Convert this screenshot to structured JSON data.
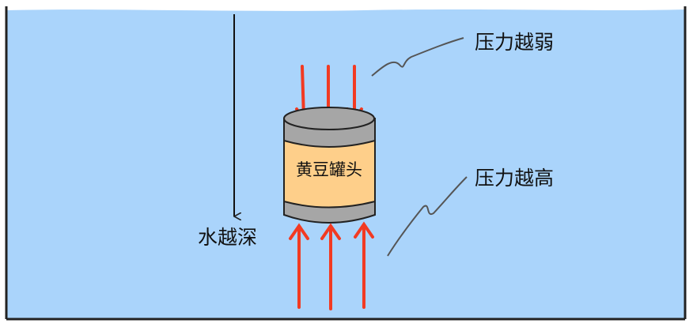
{
  "labels": {
    "pressure_weak": "压力越弱",
    "pressure_high": "压力越高",
    "deeper": "水越深",
    "can": "黄豆罐头"
  },
  "colors": {
    "water": "#aad4fb",
    "arrow": "#f23a22",
    "can_body": "#fecf8a",
    "can_metal": "#a6a6a6",
    "outline": "#222222"
  }
}
